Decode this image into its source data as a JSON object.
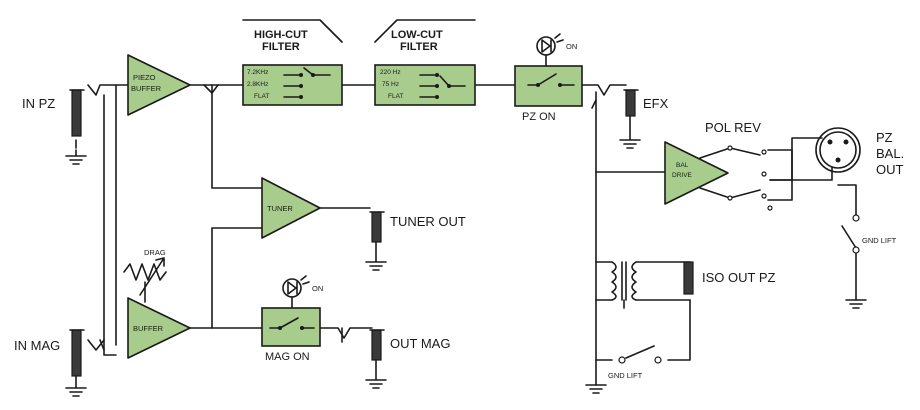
{
  "inputs": {
    "in_pz": "IN PZ",
    "in_mag": "IN MAG"
  },
  "blocks": {
    "piezo_buffer": [
      "PIEZO",
      "BUFFER"
    ],
    "buffer": "BUFFER",
    "tuner": "TUNER",
    "bal_drive": [
      "BAL",
      "DRIVE"
    ]
  },
  "high_cut": {
    "title": [
      "HIGH-CUT",
      "FILTER"
    ],
    "options": [
      "7.2KHz",
      "2.8KHz",
      "FLAT"
    ]
  },
  "low_cut": {
    "title": [
      "LOW-CUT",
      "FILTER"
    ],
    "options": [
      "220 Hz",
      "75 Hz",
      "FLAT"
    ]
  },
  "switches": {
    "pz_on": "PZ ON",
    "mag_on": "MAG ON",
    "on": "ON",
    "drag": "DRAG",
    "pol_rev": "POL REV",
    "gnd_lift": "GND LIFT"
  },
  "outputs": {
    "efx": "EFX",
    "tuner_out": "TUNER OUT",
    "out_mag": "OUT MAG",
    "iso_out_pz": "ISO OUT PZ",
    "pz_bal_out": [
      "PZ",
      "BAL.",
      "OUT"
    ]
  },
  "colors": {
    "block_fill": "#a8cc8c",
    "line": "#1a1a1a",
    "jack": "#3a3a3a"
  }
}
